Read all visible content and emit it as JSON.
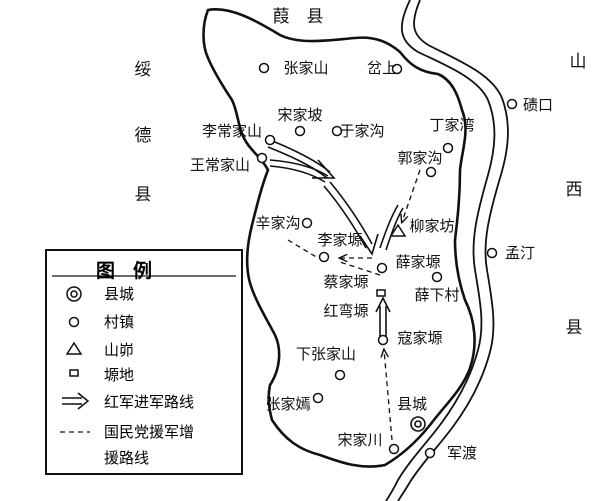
{
  "region_labels": {
    "north": "葭　县",
    "west_1": "绥",
    "west_2": "德",
    "west_3": "县",
    "east_1": "山",
    "east_2": "西",
    "east_3": "县"
  },
  "places": {
    "zhangjiashan": "张家山",
    "chashang": "岔上",
    "songjiapo": "宋家坡",
    "lichangjiashan": "李常家山",
    "yujiagou": "于家沟",
    "dingjiawan": "丁家湾",
    "qikou": "碛口",
    "wangchangjiashan": "王常家山",
    "guojiagou": "郭家沟",
    "xinjiagou": "辛家沟",
    "lijiayuan": "李家塬",
    "liujiafang": "柳家坊",
    "mengding": "孟汀",
    "caijiayuan": "蔡家塬",
    "xuejiayuan": "薛家塬",
    "xuexiacun": "薛下村",
    "hongwanyuan": "红弯塬",
    "koujiayuan": "寇家塬",
    "xiazhangjiashan": "下张家山",
    "zhangjiayan": "张家嫣",
    "xiancheng": "县城",
    "songjiachuan": "宋家川",
    "jundu": "军渡"
  },
  "legend": {
    "title": "图例",
    "county_town": "县城",
    "village": "村镇",
    "mountain_pass": "山峁",
    "plateau": "塬地",
    "red_army_route": "红军进军路线",
    "kmt_route_1": "国民党援军增",
    "kmt_route_2": "援路线"
  }
}
